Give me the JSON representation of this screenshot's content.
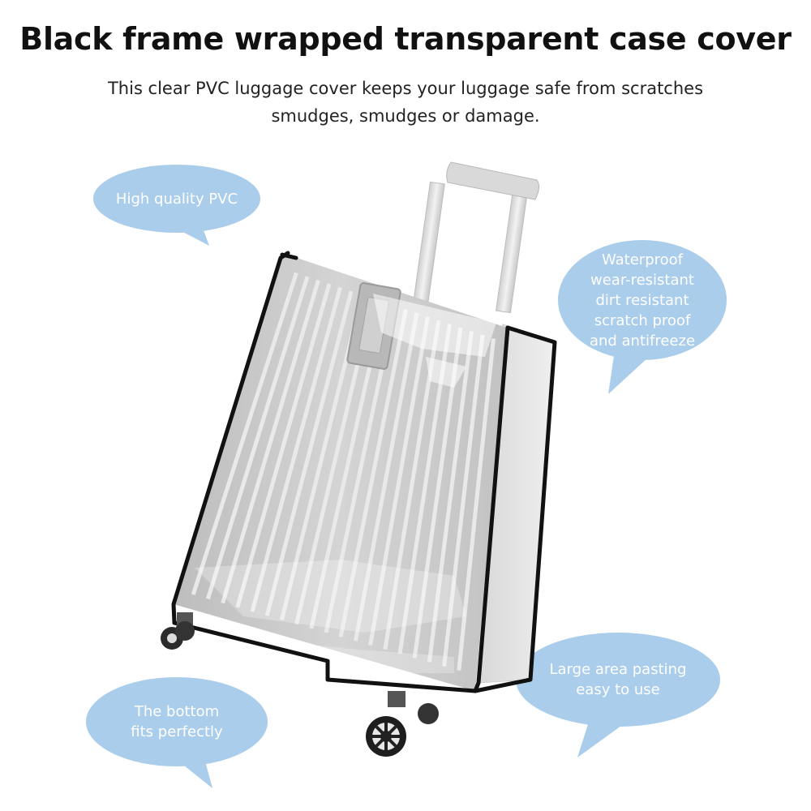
{
  "header": {
    "title": "Black frame wrapped transparent case cover",
    "subtitle_line1": "This clear PVC luggage cover keeps your luggage safe from scratches",
    "subtitle_line2": "smudges, smudges or damage."
  },
  "callouts": {
    "pvc": {
      "line1": "High quality PVC"
    },
    "features": {
      "line1": "Waterproof",
      "line2": "wear-resistant",
      "line3": "dirt resistant",
      "line4": "scratch proof",
      "line5": "and antifreeze"
    },
    "bottom": {
      "line1": "The bottom",
      "line2": "fits perfectly"
    },
    "pasting": {
      "line1": "Large area pasting",
      "line2": "easy to use"
    }
  },
  "colors": {
    "bubble": "#a9cdeb",
    "frame": "#111111",
    "shell": "#c9c9c9"
  }
}
